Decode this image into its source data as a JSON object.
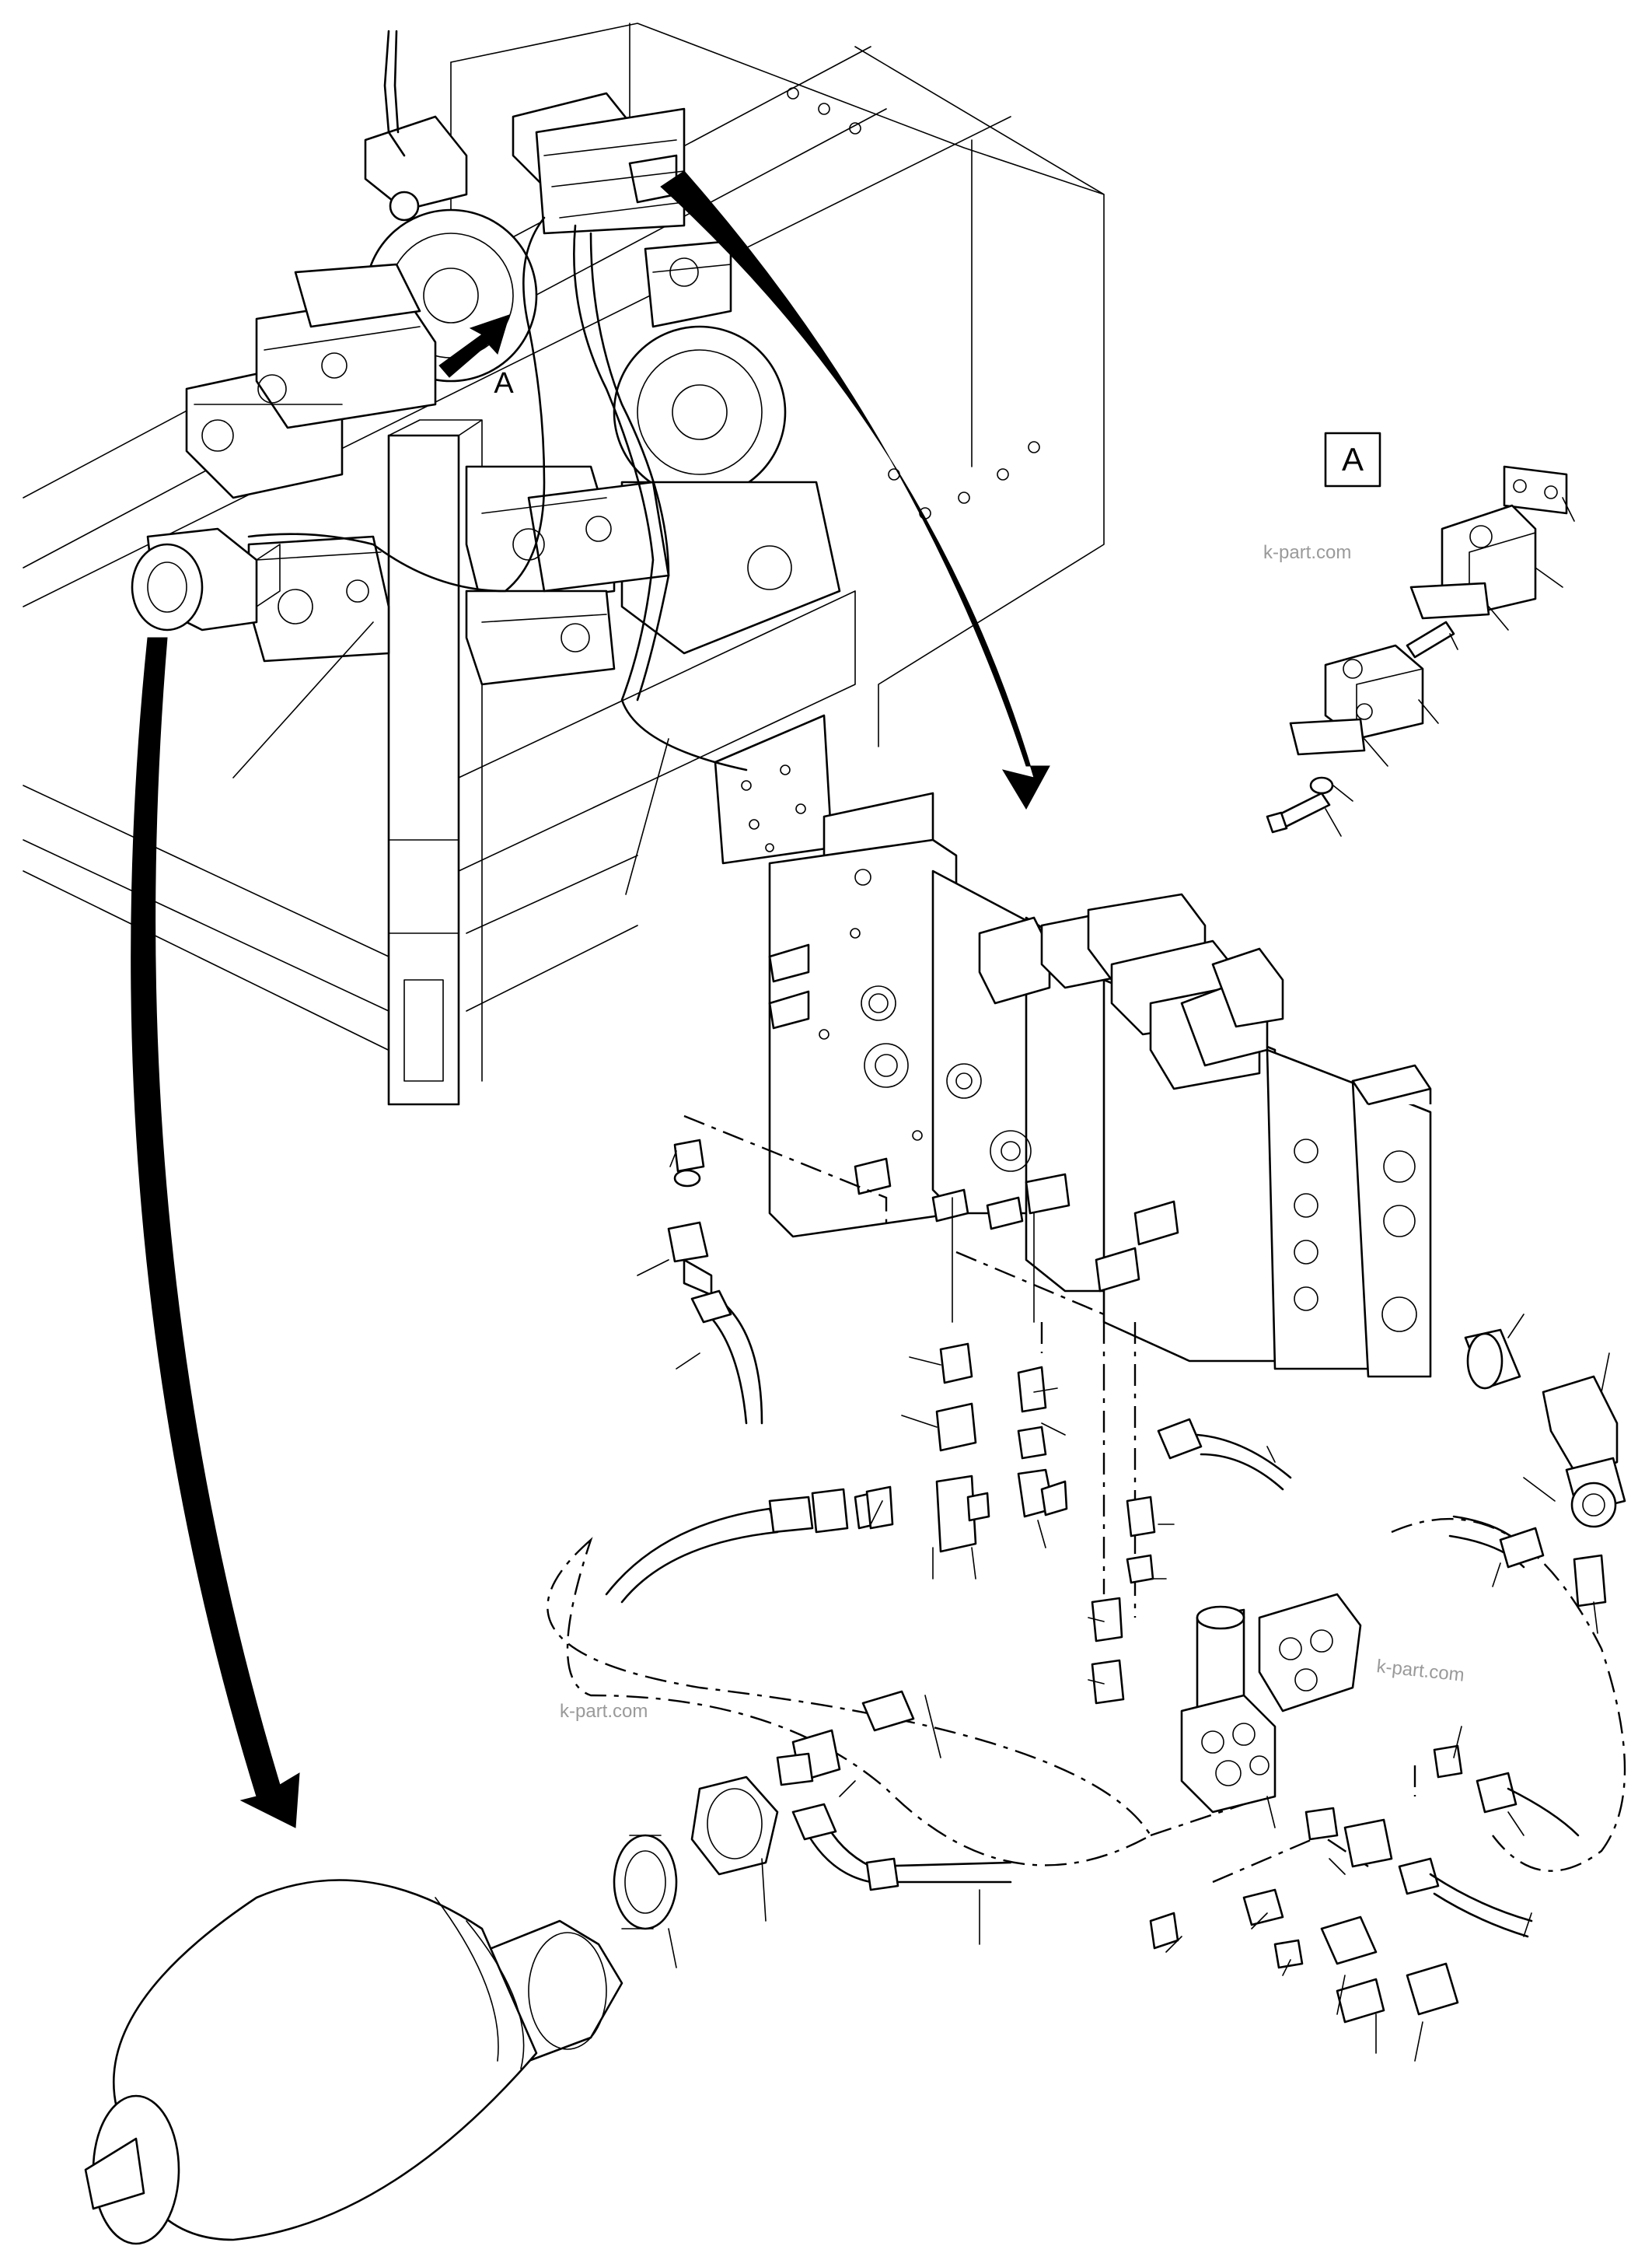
{
  "view_label": "A",
  "arrow_label": "A",
  "watermark": "k-part.com",
  "colors": {
    "line": "#000000",
    "background": "#ffffff",
    "watermark": "#9a9a9a"
  }
}
